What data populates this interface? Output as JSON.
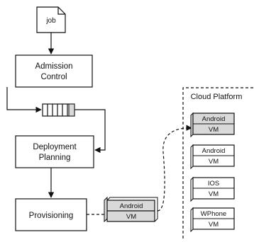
{
  "job": "job",
  "admission_control": "Admission Control",
  "deployment_planning": "Deployment Planning",
  "provisioning": "Provisioning",
  "provisioned_vm": {
    "os": "Android",
    "vm": "VM"
  },
  "cloud": {
    "title": "Cloud Platform",
    "vms": [
      {
        "os": "Android",
        "vm": "VM"
      },
      {
        "os": "Android",
        "vm": "VM"
      },
      {
        "os": "IOS",
        "vm": "VM"
      },
      {
        "os": "WPhone",
        "vm": "VM"
      }
    ]
  },
  "colors": {
    "highlight": "#d9d9d9",
    "stroke": "#111111"
  }
}
